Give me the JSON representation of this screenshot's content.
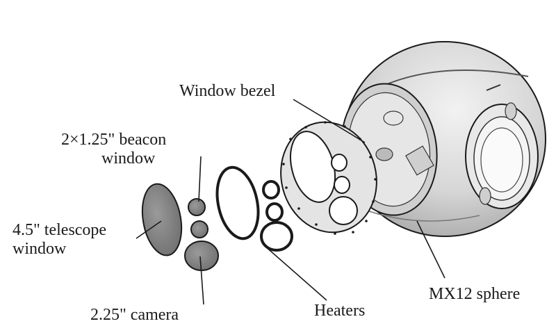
{
  "labels": {
    "window_bezel": "Window bezel",
    "beacon_line1": "2×1.25\"  beacon",
    "beacon_line2": "window",
    "telescope_line1": "4.5\"  telescope",
    "telescope_line2": "window",
    "camera": "2.25\"  camera",
    "heaters": "Heaters",
    "sphere": "MX12 sphere"
  },
  "colors": {
    "line": "#1a1a1a",
    "sphere_fill": "#dcdcdc",
    "part_fill": "#8a8a8a",
    "bezel_fill": "#e4e4e4"
  }
}
